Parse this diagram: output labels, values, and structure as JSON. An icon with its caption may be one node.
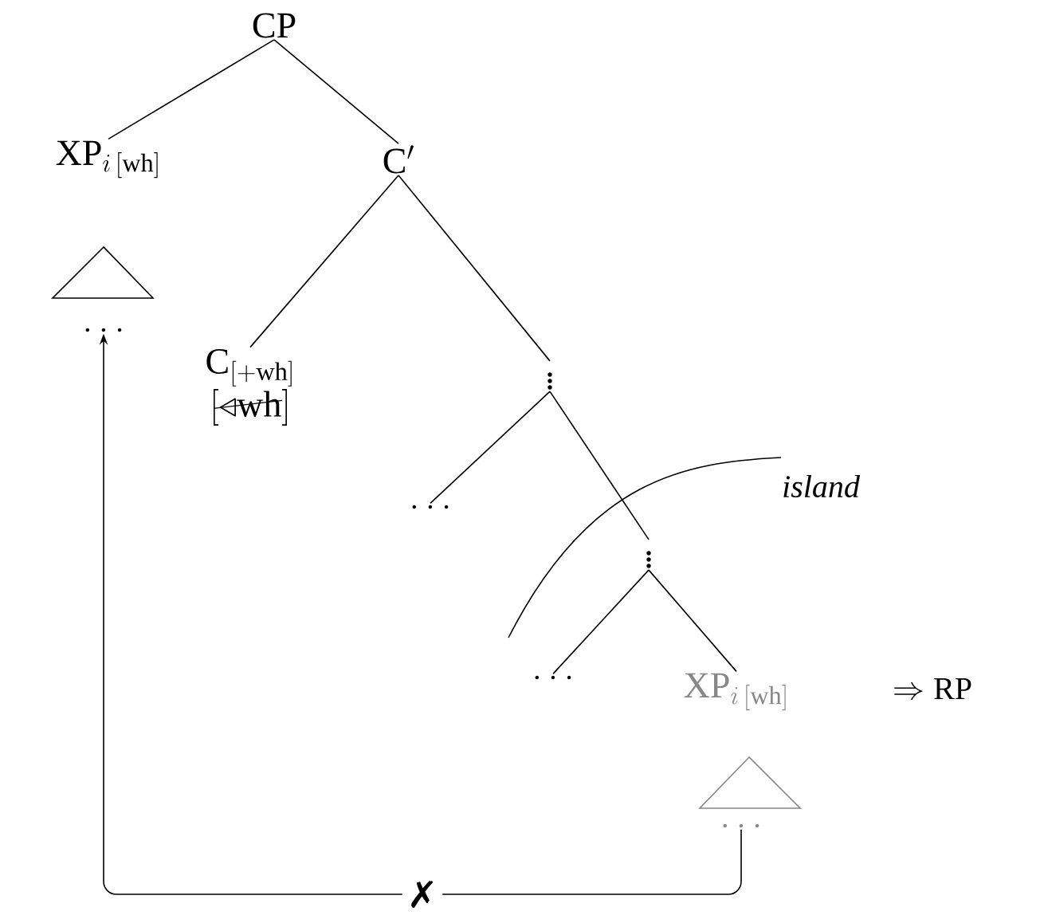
{
  "diagram": {
    "nodes": [
      {
        "text": [
          "CP"
        ]
      },
      {
        "text": [
          "\\mathrm{XP}_{i\\,[\\mathrm{wh}]}"
        ]
      },
      {
        "text": [
          "\\mathrm{C}'"
        ]
      },
      {
        "text": [
          "\\ldots"
        ]
      },
      {
        "text": [
          "\\mathrm{C}_{[\\mathrm{+wh}]}",
          "[\\triangleleft\\mathrm{wh}]"
        ]
      },
      {
        "text": [
          "\\vdots"
        ]
      },
      {
        "text": [
          "\\ldots"
        ]
      },
      {
        "text": [
          "\\vdots"
        ]
      },
      {
        "text": [
          "\\ldots"
        ]
      },
      {
        "text": [
          "\\mathrm{XP}_{i\\,[\\mathrm{wh}]}"
        ]
      },
      {
        "text": [
          "\\ldots"
        ]
      }
    ],
    "edges": [
      {
        "from": 0,
        "to": 1,
        "arrow": "none"
      },
      {
        "from": 0,
        "to": 2,
        "arrow": "none"
      },
      {
        "from": 2,
        "to": 4,
        "arrow": "none"
      },
      {
        "from": 2,
        "to": 5,
        "arrow": "none"
      },
      {
        "from": 5,
        "to": 6,
        "arrow": "none"
      },
      {
        "from": 5,
        "to": 7,
        "arrow": "none"
      },
      {
        "from": 7,
        "to": 8,
        "arrow": "none"
      },
      {
        "from": 7,
        "to": 9,
        "arrow": "none"
      },
      {
        "from": 10,
        "to": 3,
        "arrow": "to",
        "label": "✗"
      }
    ],
    "labels": [
      "island",
      "\\Rightarrow \\mathrm{RP}"
    ]
  }
}
